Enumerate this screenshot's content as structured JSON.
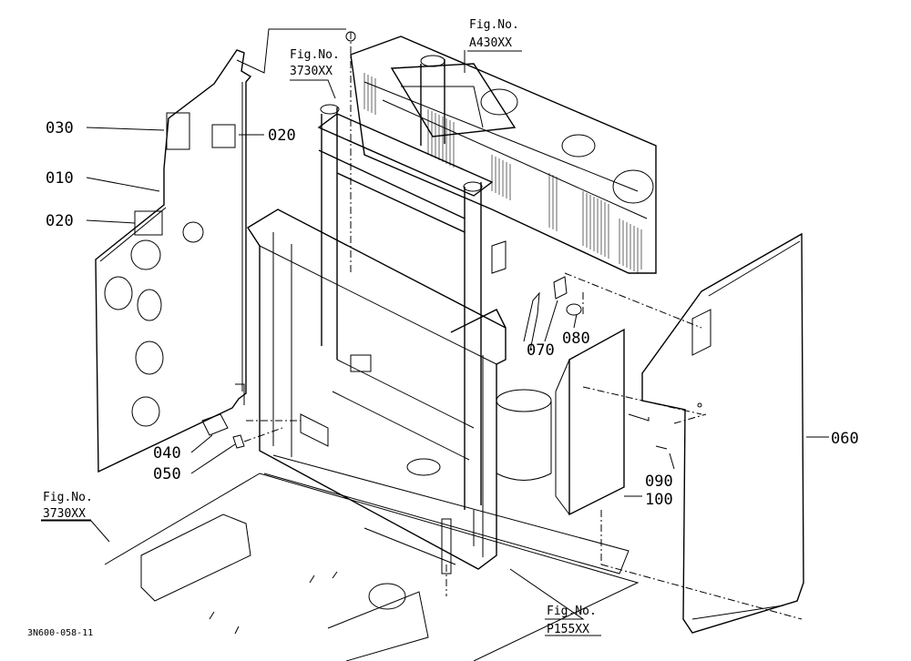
{
  "parts": {
    "p030": "030",
    "p020a": "020",
    "p010": "010",
    "p020b": "020",
    "p040": "040",
    "p050": "050",
    "p070": "070",
    "p080": "080",
    "p060": "060",
    "p090": "090",
    "p100": "100"
  },
  "figrefs": {
    "top_center": {
      "line1": "Fig.No.",
      "line2": "3730XX"
    },
    "top_right": {
      "line1": "Fig.No.",
      "line2": "A430XX"
    },
    "bottom_left": {
      "line1": "Fig.No.",
      "line2": "3730XX"
    },
    "bottom_center": {
      "line1": "Fig.No.",
      "line2": "P155XX"
    }
  },
  "drawing_code": "3N600-058-11"
}
